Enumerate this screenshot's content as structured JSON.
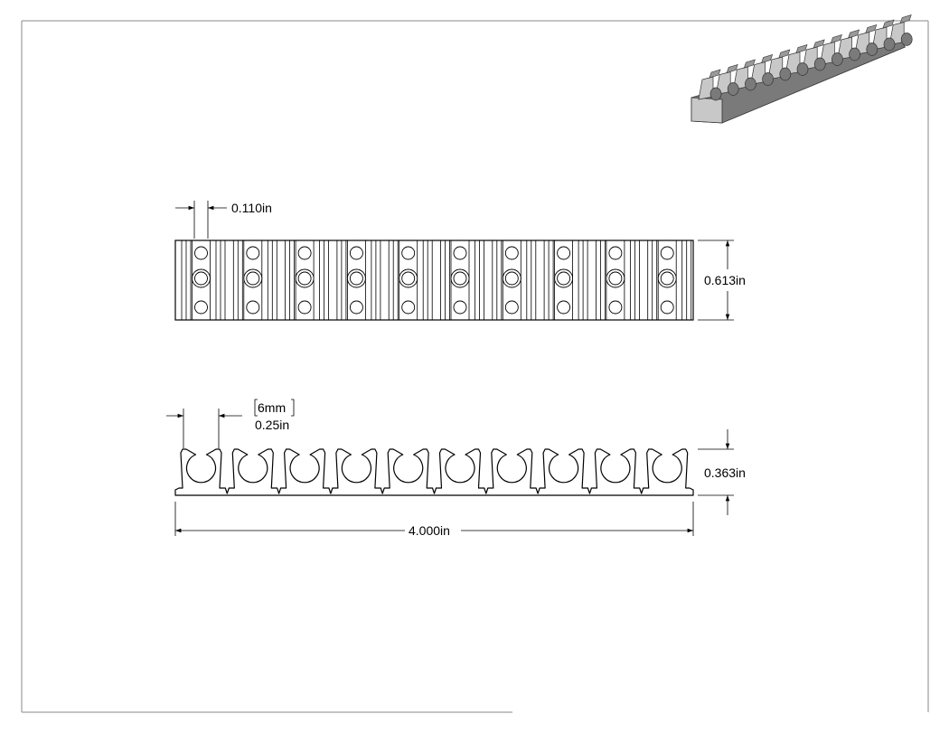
{
  "drawing": {
    "top_view": {
      "slot_spacing_label": "0.110in",
      "height_label": "0.613in"
    },
    "front_view": {
      "slot_width_mm_label": "6mm",
      "slot_width_in_label": "0.25in",
      "height_label": "0.363in",
      "length_label": "4.000in"
    },
    "clip_count": 10,
    "iso_view": {
      "clip_count": 12
    }
  },
  "colors": {
    "line": "#000000",
    "frame": "#8a8a8a",
    "part_shade": "#7a7a7a",
    "part_light": "#c8c8c8"
  }
}
